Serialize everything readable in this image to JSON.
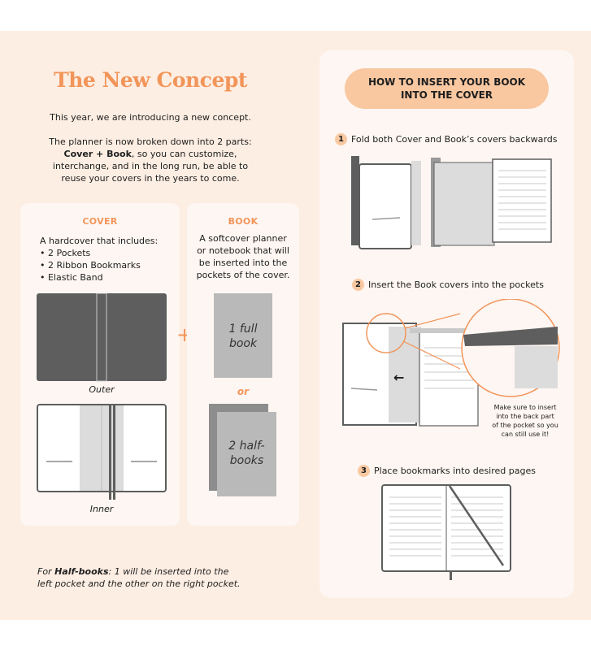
{
  "left": {
    "title": "The New Concept",
    "intro_1": "This year, we are introducing a new concept.",
    "intro_2a": "The planner is now broken down into 2 parts:",
    "intro_2b_bold": "Cover + Book",
    "intro_2c": ", so you can customize,",
    "intro_2d": "interchange, and in the long run, be able to",
    "intro_2e": "reuse your covers in the years to come."
  },
  "cover": {
    "title": "COVER",
    "desc": "A hardcover that includes:",
    "items": [
      "• 2 Pockets",
      "• 2 Ribbon Bookmarks",
      "• Elastic Band"
    ],
    "outer_label": "Outer",
    "inner_label": "Inner"
  },
  "plus": "+",
  "book": {
    "title": "BOOK",
    "desc": [
      "A softcover planner",
      "or notebook that will",
      "be inserted into the",
      "pockets of the cover."
    ],
    "full_1": "1 full",
    "full_2": "book",
    "or": "or",
    "half_1": "2 half-",
    "half_2": "books"
  },
  "footer": {
    "bold": "Half-books",
    "line1_pre": "For ",
    "line1_post": ": 1 will be inserted into the",
    "line2": "left pocket and the other on the right pocket."
  },
  "right": {
    "pill_1": "HOW TO INSERT YOUR BOOK",
    "pill_2": "INTO THE COVER",
    "steps": [
      {
        "num": "1",
        "text": "Fold both Cover and Book’s covers backwards"
      },
      {
        "num": "2",
        "text": "Insert the Book covers into the pockets"
      },
      {
        "num": "3",
        "text": "Place bookmarks into desired pages"
      }
    ],
    "note": [
      "Make sure to insert",
      "into the back part",
      "of the pocket so you",
      "can still use it!"
    ],
    "arrow": "←"
  },
  "colors": {
    "accent": "#f2955a",
    "pill": "#f9c8a1",
    "bg": "#fdeee3",
    "card": "#fdf6f2",
    "cover_dark": "#5e5e5f"
  }
}
